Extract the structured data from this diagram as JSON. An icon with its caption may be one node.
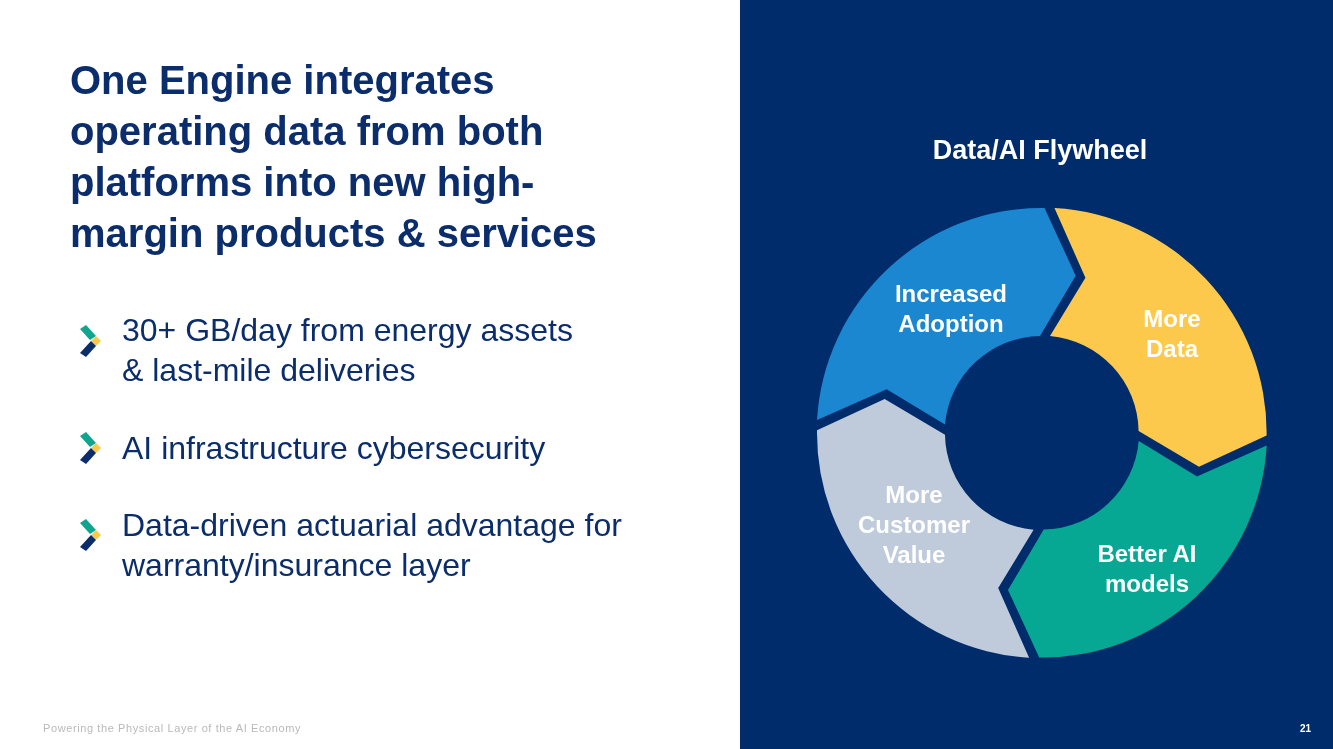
{
  "diagram": {
    "title": "One Engine integrates operating data from both platforms into new high-margin products & services",
    "nodes": [
      {
        "text": [
          "Increased Adoption"
        ]
      },
      {
        "text": [
          "More Data"
        ]
      },
      {
        "text": [
          "More Customer Value"
        ]
      },
      {
        "text": [
          "Better AI models"
        ]
      }
    ],
    "labels": [
      "30+ GB/day from energy assets & last-mile deliveries",
      "AI infrastructure cybersecurity",
      "Data-driven actuarial advantage for warranty/insurance layer",
      "Data/AI Flywheel",
      "Powering the Physical Layer of the AI Economy",
      "21"
    ]
  }
}
